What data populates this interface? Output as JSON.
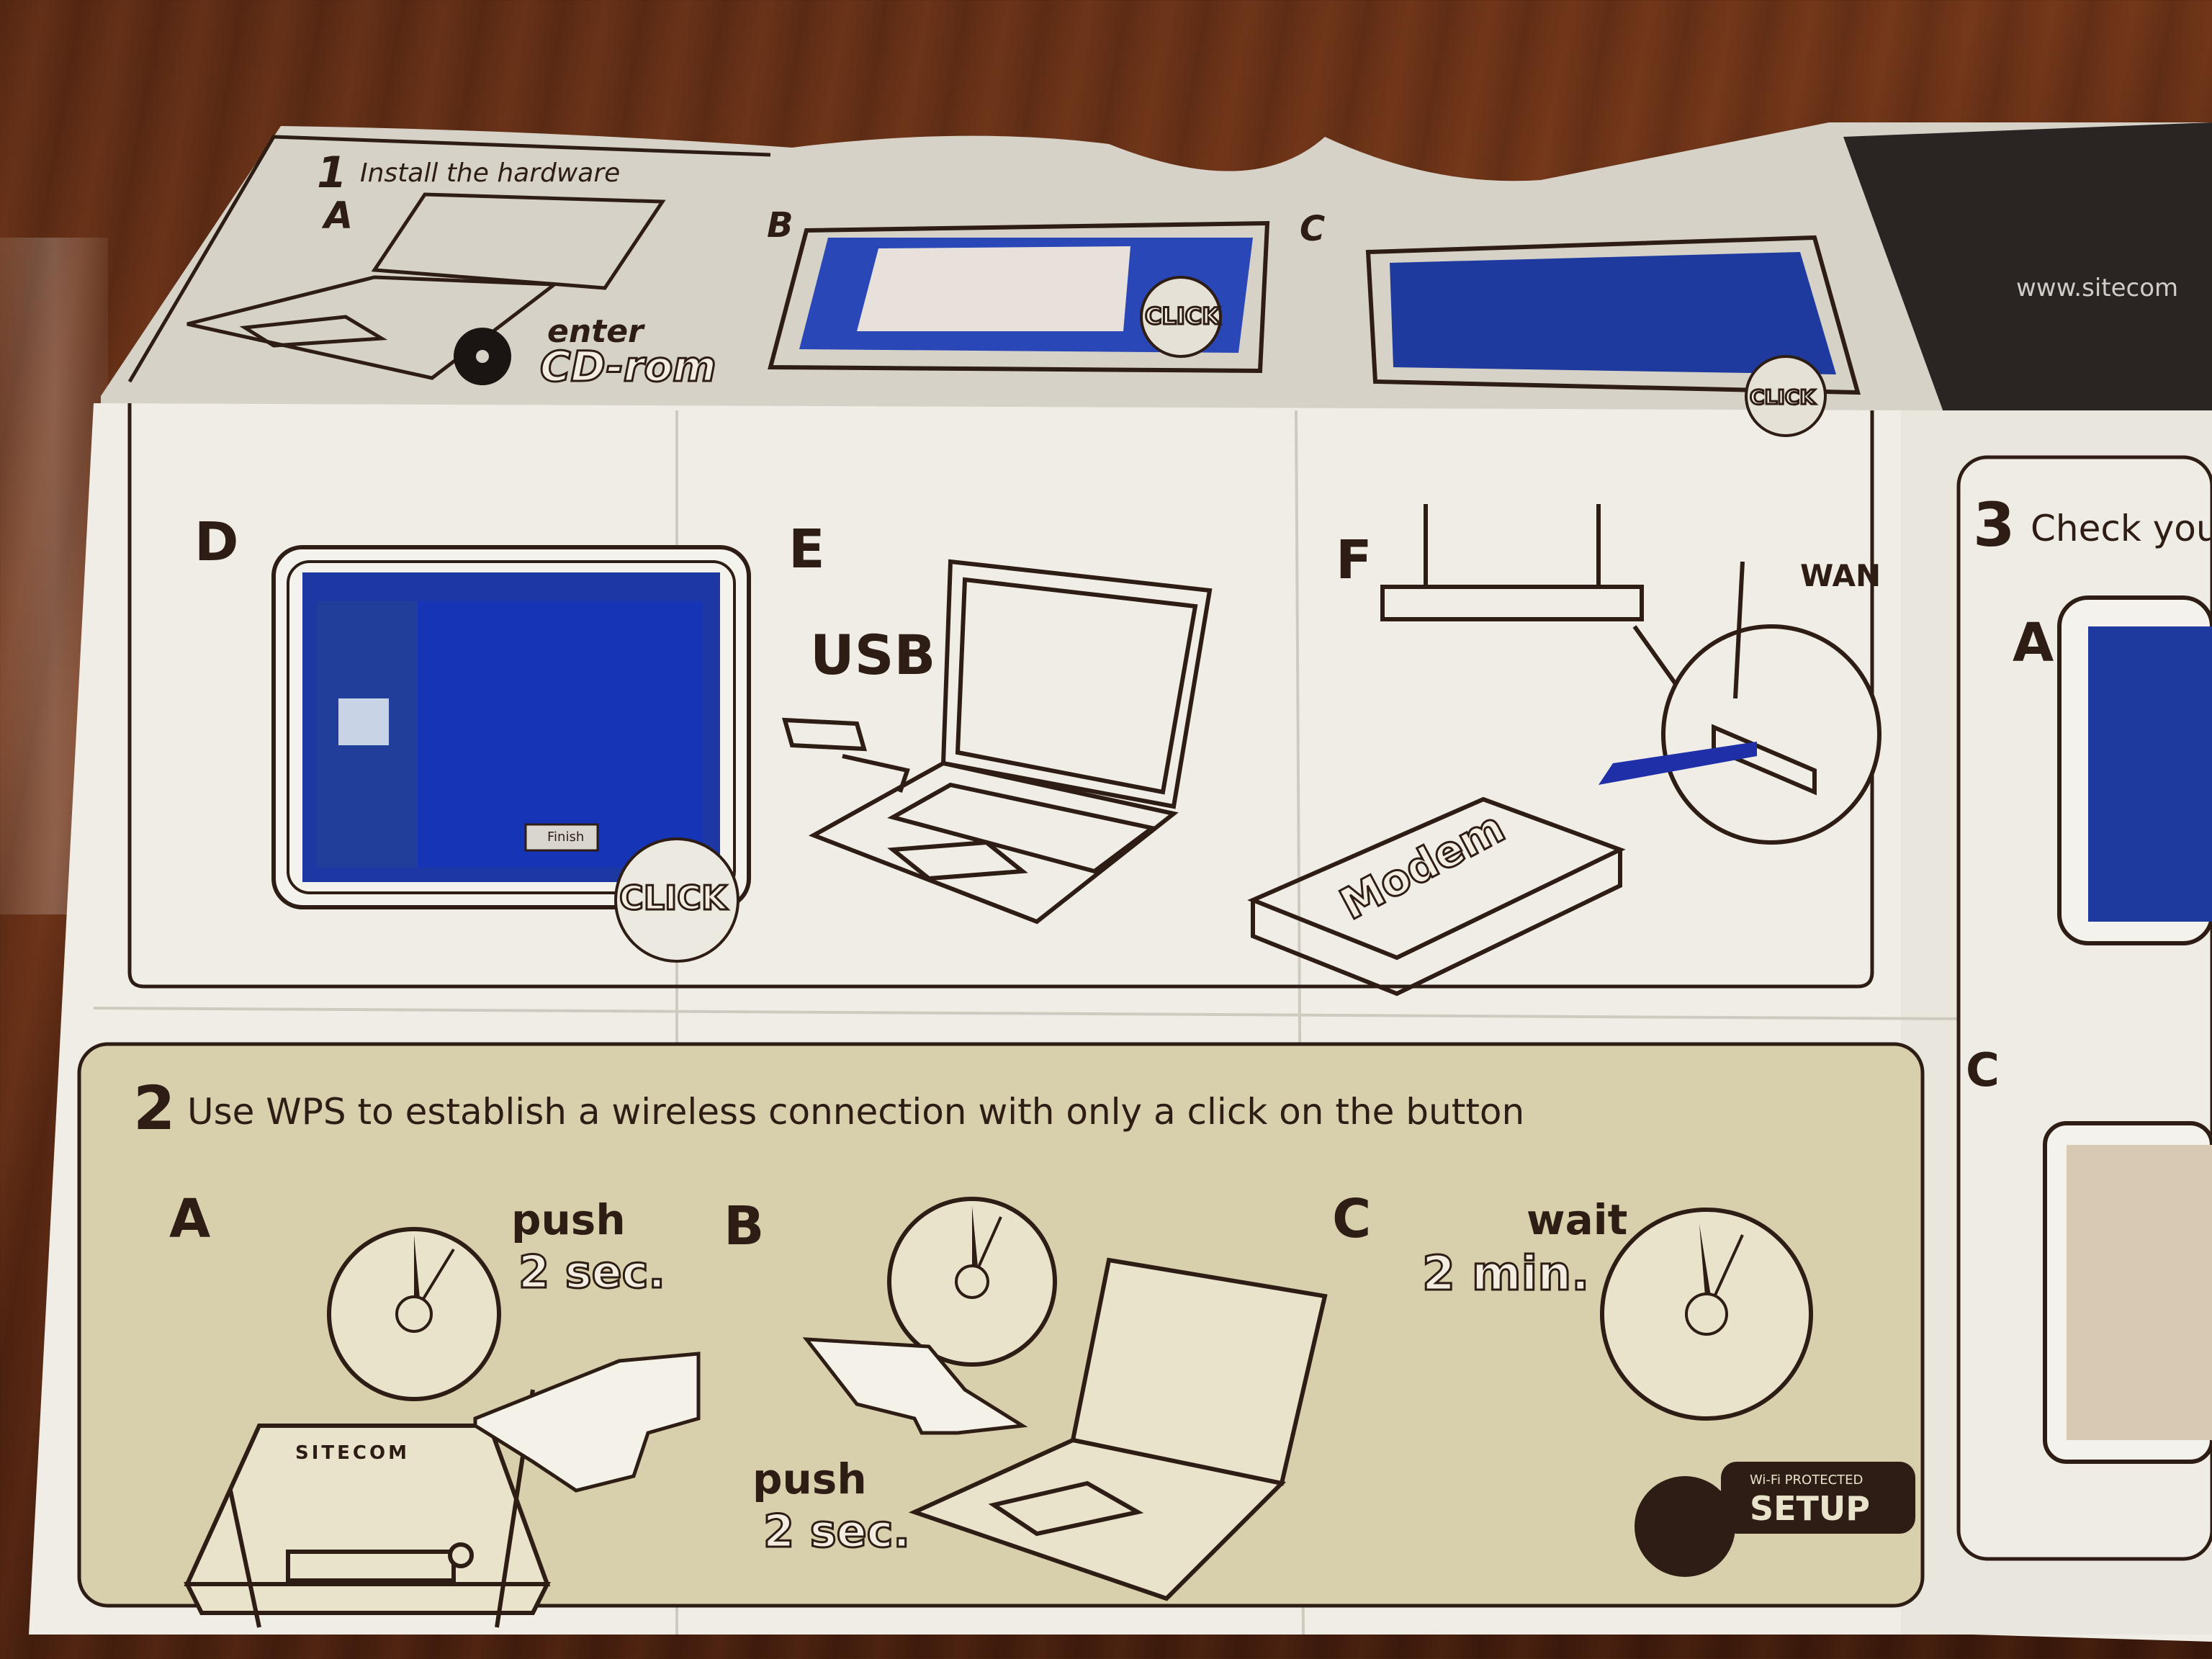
{
  "leaflet": {
    "top_strip": {
      "step1_title": "Install the hardware",
      "letters": [
        "A",
        "B",
        "C"
      ],
      "enter": "enter",
      "cd_rom": "CD-rom",
      "click_b": "CLICK",
      "click_c": "CLICK",
      "website": "www.sitecom"
    },
    "middle_row": {
      "d": {
        "letter": "D",
        "click": "CLICK",
        "button": "Finish"
      },
      "e": {
        "letter": "E",
        "usb": "USB"
      },
      "f": {
        "letter": "F",
        "wan": "WAN",
        "modem": "Modem"
      }
    },
    "step2": {
      "number": "2",
      "title": "Use WPS to establish a wireless connection with only a click on the button",
      "a": {
        "letter": "A",
        "push": "push",
        "duration": "2 sec."
      },
      "b": {
        "letter": "B",
        "push": "push",
        "duration": "2 sec."
      },
      "c": {
        "letter": "C",
        "wait": "wait",
        "duration": "2 min."
      },
      "router_brand": "SITECOM",
      "wps_small": "Wi-Fi PROTECTED",
      "wps_big": "SETUP"
    },
    "step3": {
      "number": "3",
      "title": "Check your",
      "letters": [
        "A",
        "C"
      ]
    }
  },
  "colors": {
    "paper": "#efece4",
    "yellow_panel": "#d9d0ad",
    "ink": "#2d1d14",
    "screen_blue": "#1f3a9e",
    "wood": "#5a2a14"
  }
}
